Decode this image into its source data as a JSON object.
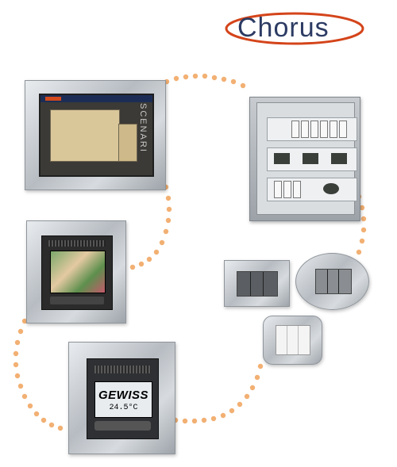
{
  "brand": {
    "logo_text": "Chorus",
    "logo_color": "#2c3b63",
    "swoosh_color": "#d4441a"
  },
  "touchscreen": {
    "side_label": "SCENARI"
  },
  "thermostat": {
    "brand": "GEWISS",
    "temperature": "24.5°C"
  },
  "colors": {
    "dot_path": "#f0a25a",
    "plate_silver": "#c3c7cc"
  }
}
